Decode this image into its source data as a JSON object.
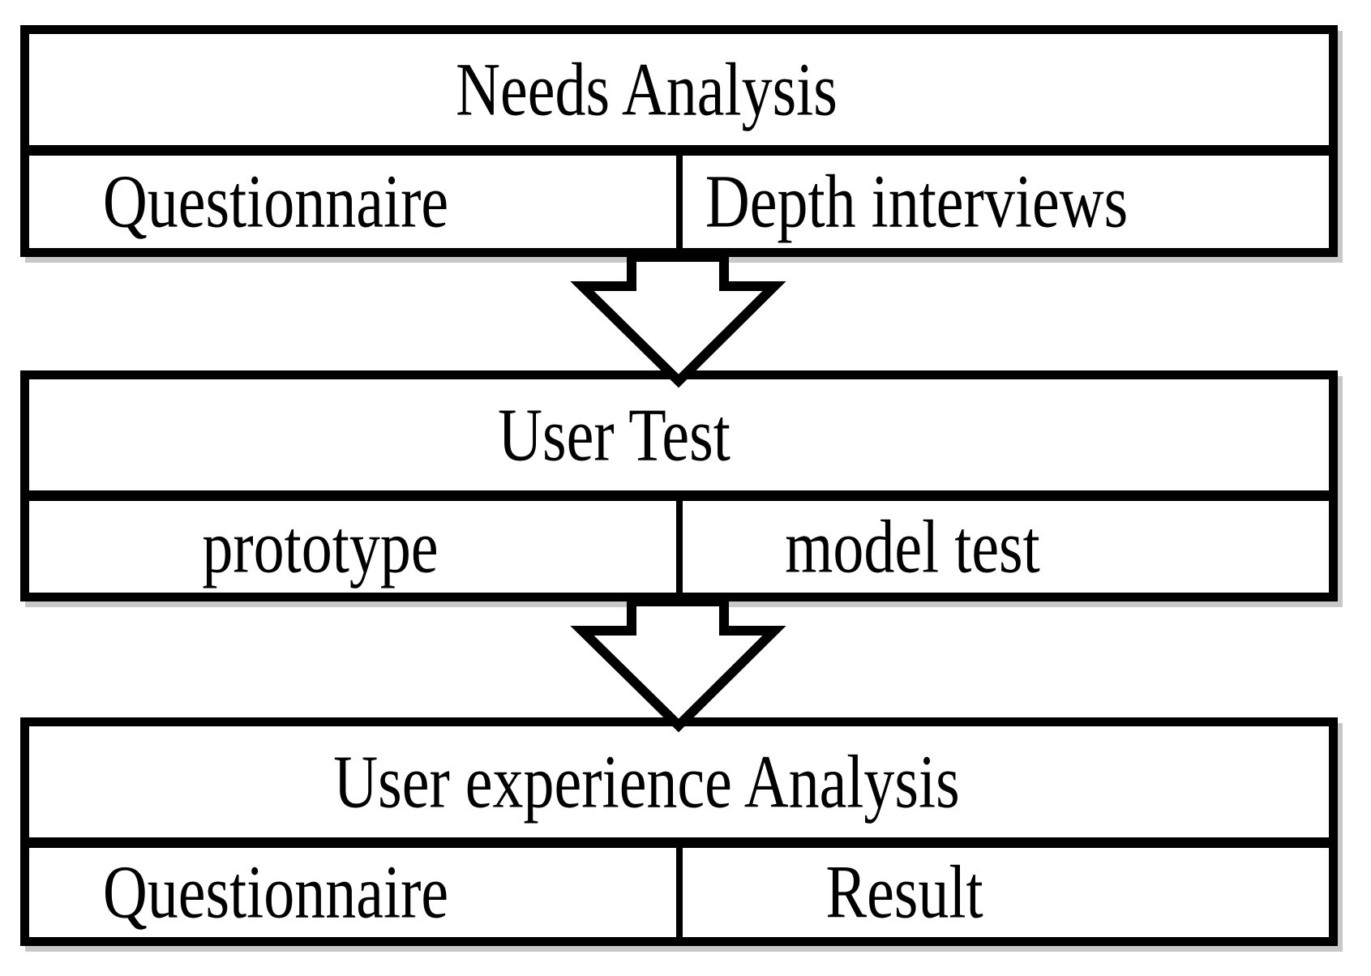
{
  "diagram": {
    "colors": {
      "ink": "#000000",
      "paper": "#ffffff",
      "shadow": "#c8c8c8"
    },
    "sections": [
      {
        "title": "Needs Analysis",
        "cells": [
          {
            "label": "Questionnaire"
          },
          {
            "label": "Depth interviews"
          }
        ]
      },
      {
        "title": "User Test",
        "cells": [
          {
            "label": "prototype"
          },
          {
            "label": "model test"
          }
        ]
      },
      {
        "title": "User experience Analysis",
        "cells": [
          {
            "label": "Questionnaire"
          },
          {
            "label": "Result"
          }
        ]
      }
    ],
    "arrows": [
      {
        "name": "down-block-arrow",
        "direction": "down"
      },
      {
        "name": "down-block-arrow",
        "direction": "down"
      }
    ]
  }
}
